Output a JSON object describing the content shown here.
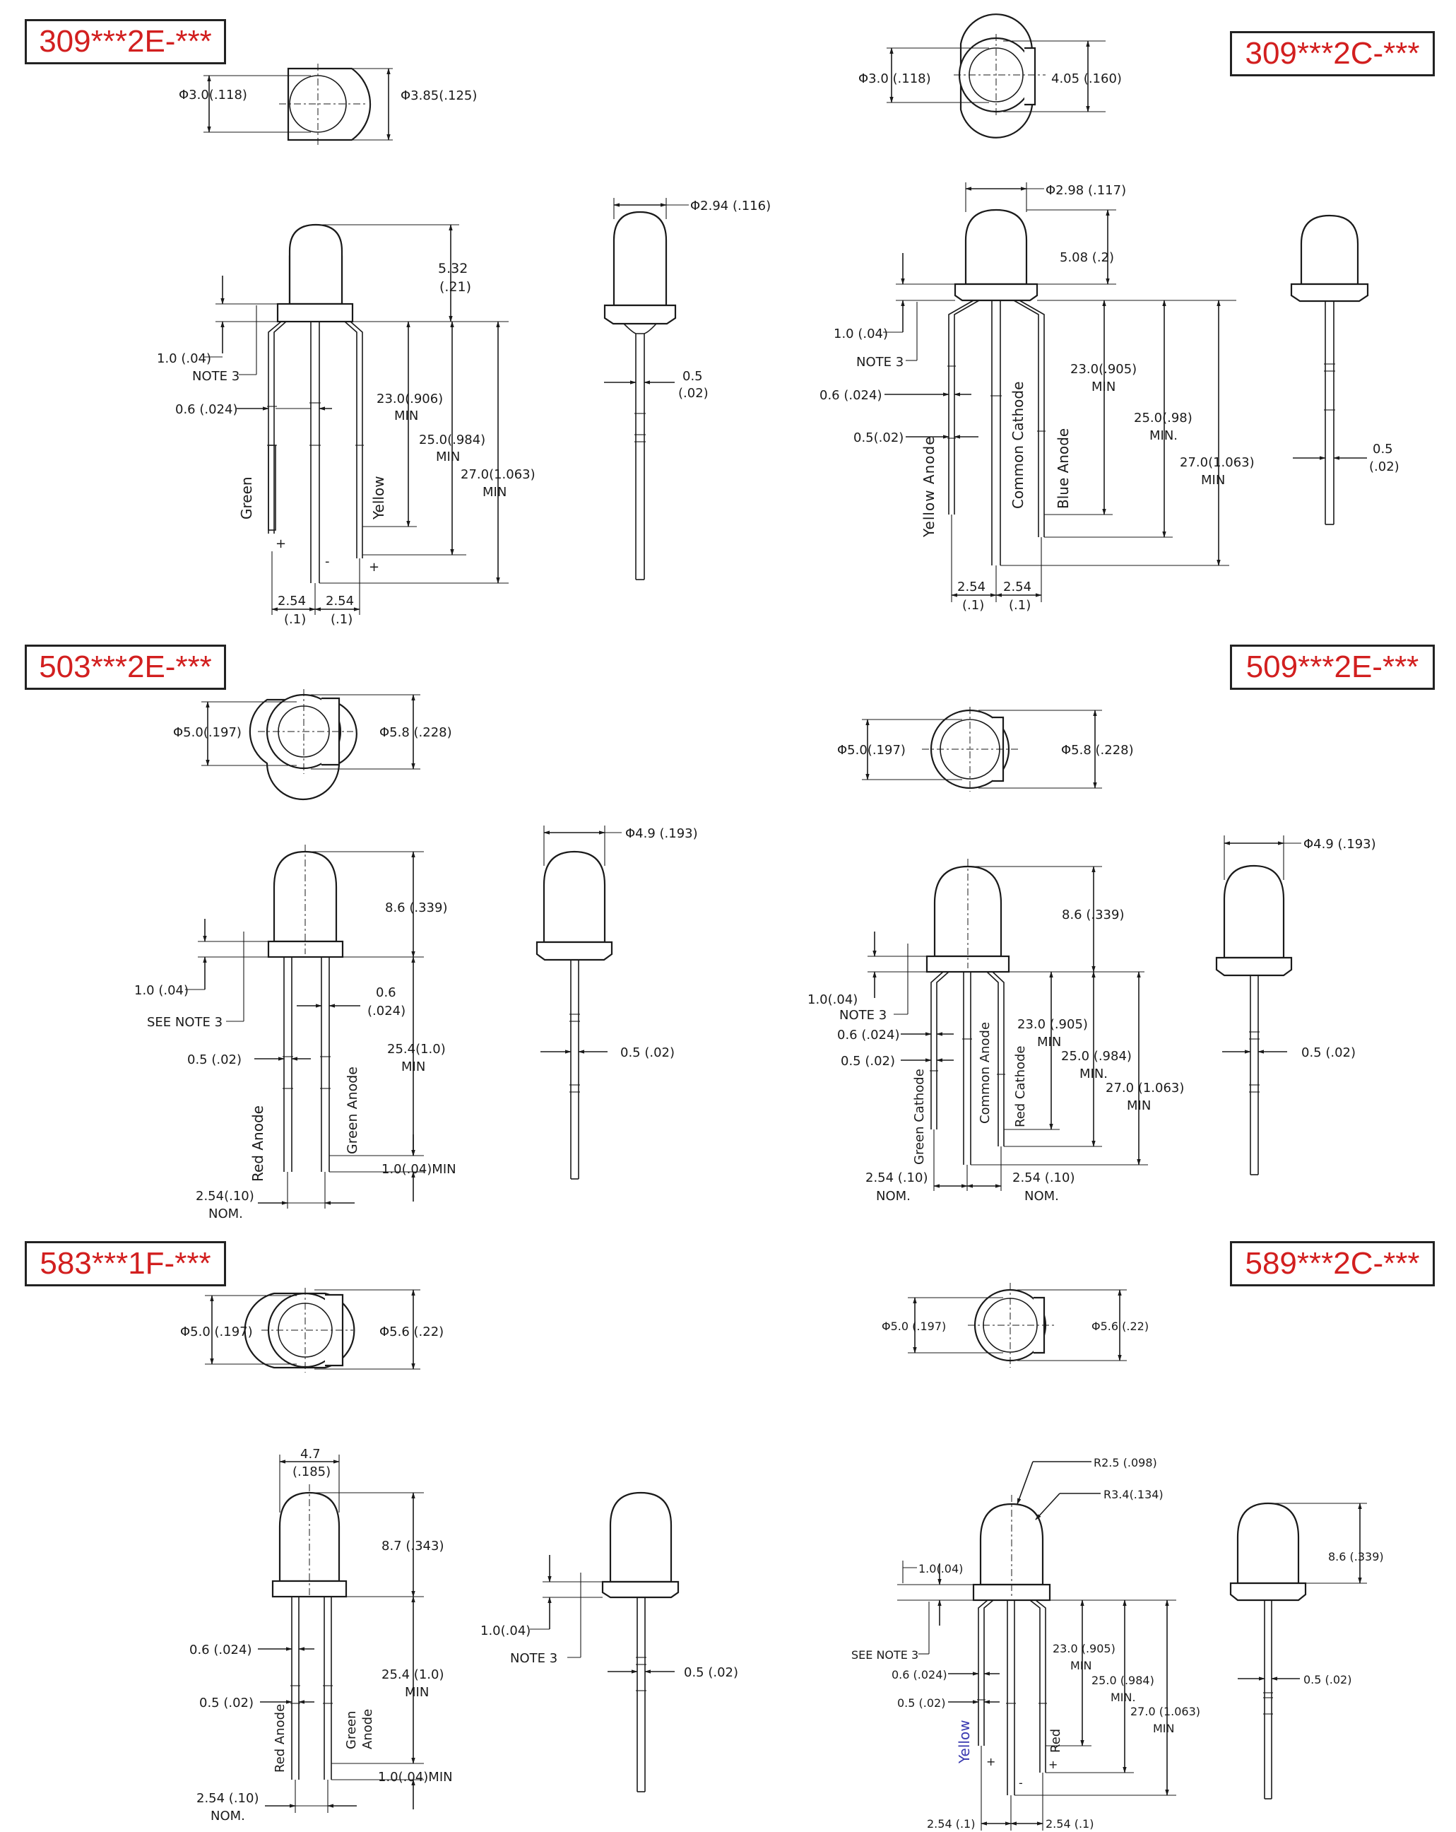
{
  "parts": [
    {
      "id": "309-2E",
      "tag": "309***2E-***"
    },
    {
      "id": "309-2C",
      "tag": "309***2C-***"
    },
    {
      "id": "503-2E",
      "tag": "503***2E-***"
    },
    {
      "id": "509-2E",
      "tag": "509***2E-***"
    },
    {
      "id": "583-1F",
      "tag": "583***1F-***"
    },
    {
      "id": "589-2C",
      "tag": "589***2C-***"
    }
  ],
  "p1": {
    "top_d1": "Φ3.0(.118)",
    "top_d2": "Φ3.85(.125)",
    "h": "5.32",
    "h_in": "(.21)",
    "flange": "1.0 (.04)",
    "note": "NOTE 3",
    "lead": "0.6 (.024)",
    "l1": "23.0(.906)",
    "l1m": "MIN",
    "l2": "25.0(.984)",
    "l2m": "MIN",
    "l3": "27.0(1.063)",
    "l3m": "MIN",
    "lab_left": "Green",
    "lab_right": "Yellow",
    "plus": "+",
    "minus": "-",
    "pitch": "2.54",
    "pitch_in": "(.1)",
    "side_d": "Φ2.94 (.116)",
    "side_t": "0.5",
    "side_t_in": "(.02)"
  },
  "p2": {
    "top_d1": "Φ3.0 (.118)",
    "top_d2": "4.05 (.160)",
    "dia": "Φ2.98 (.117)",
    "h": "5.08 (.2)",
    "flange": "1.0 (.04)",
    "note": "NOTE 3",
    "lead": "0.6 (.024)",
    "thick": "0.5(.02)",
    "l1": "23.0(.905)",
    "l1m": "MIN",
    "l2": "25.0(.98)",
    "l2m": "MIN.",
    "l3": "27.0(1.063)",
    "l3m": "MIN",
    "lab_a": "Yellow Anode",
    "lab_b": "Common Cathode",
    "lab_c": "Blue Anode",
    "pitch": "2.54",
    "pitch_in": "(.1)",
    "side_t": "0.5",
    "side_t_in": "(.02)"
  },
  "p3": {
    "top_d1": "Φ5.0(.197)",
    "top_d2": "Φ5.8 (.228)",
    "h": "8.6 (.339)",
    "flange": "1.0 (.04)",
    "note": "SEE NOTE 3",
    "lead": "0.6",
    "lead_in": "(.024)",
    "thick": "0.5 (.02)",
    "l1": "25.4(1.0)",
    "l1m": "MIN",
    "lab_a": "Red Anode",
    "lab_b": "Green Anode",
    "stub": "1.0(.04)MIN",
    "pitch": "2.54(.10)",
    "nom": "NOM.",
    "side_d": "Φ4.9 (.193)",
    "side_t": "0.5 (.02)"
  },
  "p4": {
    "top_d1": "Φ5.0(.197)",
    "top_d2": "Φ5.8 (.228)",
    "h": "8.6 (.339)",
    "flange": "1.0(.04)",
    "note": "NOTE 3",
    "lead": "0.6 (.024)",
    "thick": "0.5 (.02)",
    "l1": "23.0 (.905)",
    "l1m": "MIN",
    "l2": "25.0 (.984)",
    "l2m": "MIN.",
    "l3": "27.0 (1.063)",
    "l3m": "MIN",
    "lab_a": "Green Cathode",
    "lab_b": "Common Anode",
    "lab_c": "Red Cathode",
    "pitch": "2.54 (.10)",
    "nom": "NOM.",
    "side_d": "Φ4.9 (.193)",
    "side_t": "0.5 (.02)"
  },
  "p5": {
    "top_d1": "Φ5.0 (.197)",
    "top_d2": "Φ5.6 (.22)",
    "w": "4.7",
    "w_in": "(.185)",
    "h": "8.7 (.343)",
    "lead": "0.6 (.024)",
    "thick": "0.5 (.02)",
    "l1": "25.4 (1.0)",
    "l1m": "MIN",
    "lab_a": "Red Anode",
    "lab_b1": "Green",
    "lab_b2": "Anode",
    "stub": "1.0(.04)MIN",
    "pitch": "2.54 (.10)",
    "nom": "NOM.",
    "side_flange": "1.0(.04)",
    "side_note": "NOTE 3",
    "side_t": "0.5 (.02)"
  },
  "p6": {
    "top_d1": "Φ5.0 (.197)",
    "top_d2": "Φ5.6 (.22)",
    "r1": "R2.5 (.098)",
    "r2": "R3.4(.134)",
    "flange": "1.0(.04)",
    "note": "SEE NOTE 3",
    "lead": "0.6 (.024)",
    "thick": "0.5 (.02)",
    "l1": "23.0 (.905)",
    "l1m": "MIN",
    "l2": "25.0 (.984)",
    "l2m": "MIN.",
    "l3": "27.0 (1.063)",
    "l3m": "MIN",
    "lab_a": "Yellow",
    "lab_b": "Red",
    "plus": "+",
    "minus": "-",
    "pitch": "2.54 (.1)",
    "side_h": "8.6 (.339)",
    "side_t": "0.5 (.02)"
  }
}
